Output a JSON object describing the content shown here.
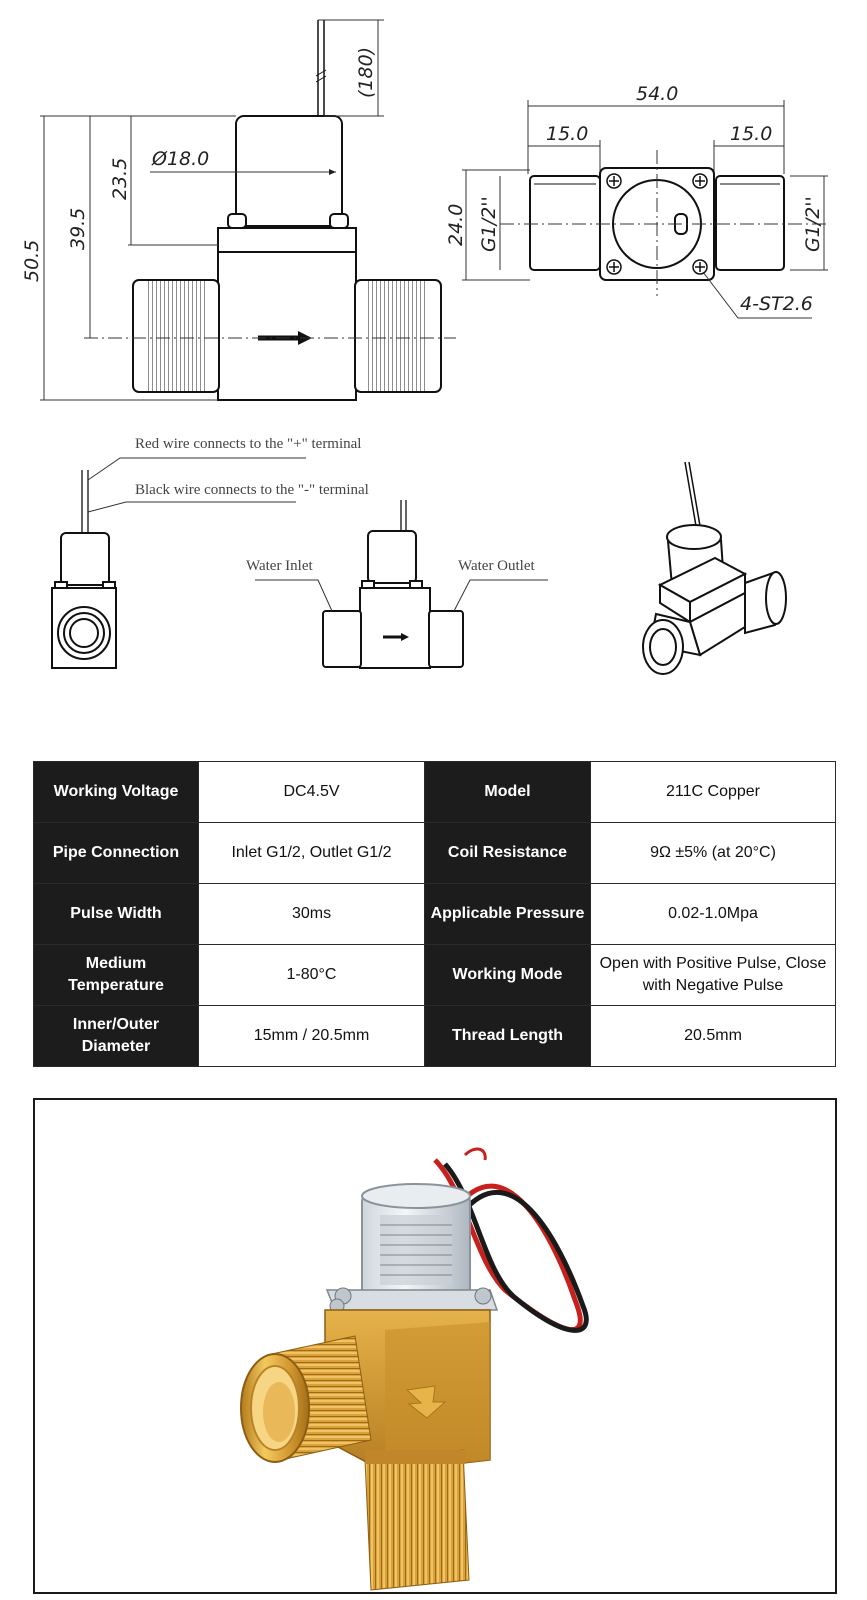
{
  "drawing": {
    "dims": {
      "wire_length": "(180)",
      "coil_diameter": "Ø18.0",
      "coil_height": "23.5",
      "center_height": "39.5",
      "total_height": "50.5",
      "total_width": "54.0",
      "left_thread": "15.0",
      "right_thread": "15.0",
      "body_height": "24.0",
      "thread_left": "G1/2''",
      "thread_right": "G1/2''",
      "screws": "4-ST2.6"
    },
    "labels": {
      "red_wire": "Red wire connects to the \"+\" terminal",
      "black_wire": "Black wire connects to the \"-\" terminal",
      "water_inlet": "Water Inlet",
      "water_outlet": "Water Outlet"
    }
  },
  "specs": {
    "rows": [
      {
        "k1": "Working Voltage",
        "v1": "DC4.5V",
        "k2": "Model",
        "v2": "211C Copper"
      },
      {
        "k1": "Pipe Connection",
        "v1": "Inlet G1/2, Outlet G1/2",
        "k2": "Coil Resistance",
        "v2": "9Ω ±5% (at 20°C)"
      },
      {
        "k1": "Pulse Width",
        "v1": "30ms",
        "k2": "Applicable Pressure",
        "v2": "0.02-1.0Mpa"
      },
      {
        "k1": "Medium Temperature",
        "v1": "1-80°C",
        "k2": "Working Mode",
        "v2": "Open with Positive Pulse, Close with Negative Pulse"
      },
      {
        "k1": "Inner/Outer Diameter",
        "v1": "15mm / 20.5mm",
        "k2": "Thread Length",
        "v2": "20.5mm"
      }
    ]
  },
  "colors": {
    "header_cell": "#1c1c1c",
    "brass": "#d9a23a",
    "wire_red": "#c8201c",
    "wire_black": "#1a1a1a"
  }
}
